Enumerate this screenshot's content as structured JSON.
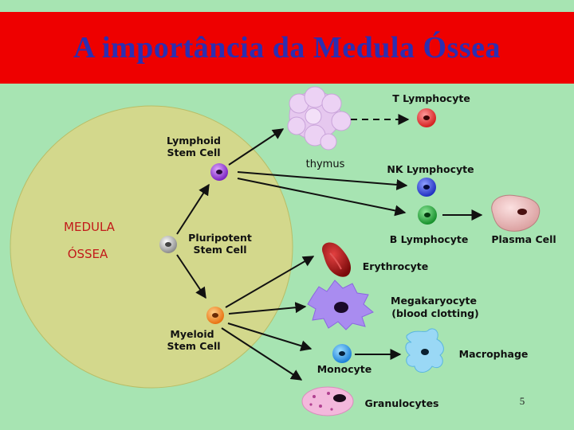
{
  "slide": {
    "title": "A importância da Medula Óssea",
    "page_number": "5"
  },
  "labels": {
    "medula_line1": "MEDULA",
    "medula_line2": "ÓSSEA",
    "lymphoid_1": "Lymphoid",
    "lymphoid_2": "Stem Cell",
    "pluripotent_1": "Pluripotent",
    "pluripotent_2": "Stem Cell",
    "myeloid_1": "Myeloid",
    "myeloid_2": "Stem Cell",
    "thymus": "thymus",
    "t_lymphocyte": "T Lymphocyte",
    "nk_lymphocyte": "NK Lymphocyte",
    "b_lymphocyte": "B Lymphocyte",
    "plasma_cell": "Plasma Cell",
    "erythrocyte": "Erythrocyte",
    "megakaryocyte_1": "Megakaryocyte",
    "megakaryocyte_2": "(blood clotting)",
    "monocyte": "Monocyte",
    "macrophage": "Macrophage",
    "granulocytes": "Granulocytes"
  },
  "colors": {
    "background": "#a7e4b2",
    "title_bar": "#ee0000",
    "title_text": "#2b2fb2",
    "marrow_circle": "#d3d88c",
    "t_cell": "#e53a3a",
    "nk_cell": "#2a3fd0",
    "b_cell": "#1fa83a",
    "lymphoid_cell": "#9a3fd0",
    "myeloid_cell": "#f08a1a",
    "monocyte_cell": "#1e8fe0"
  }
}
